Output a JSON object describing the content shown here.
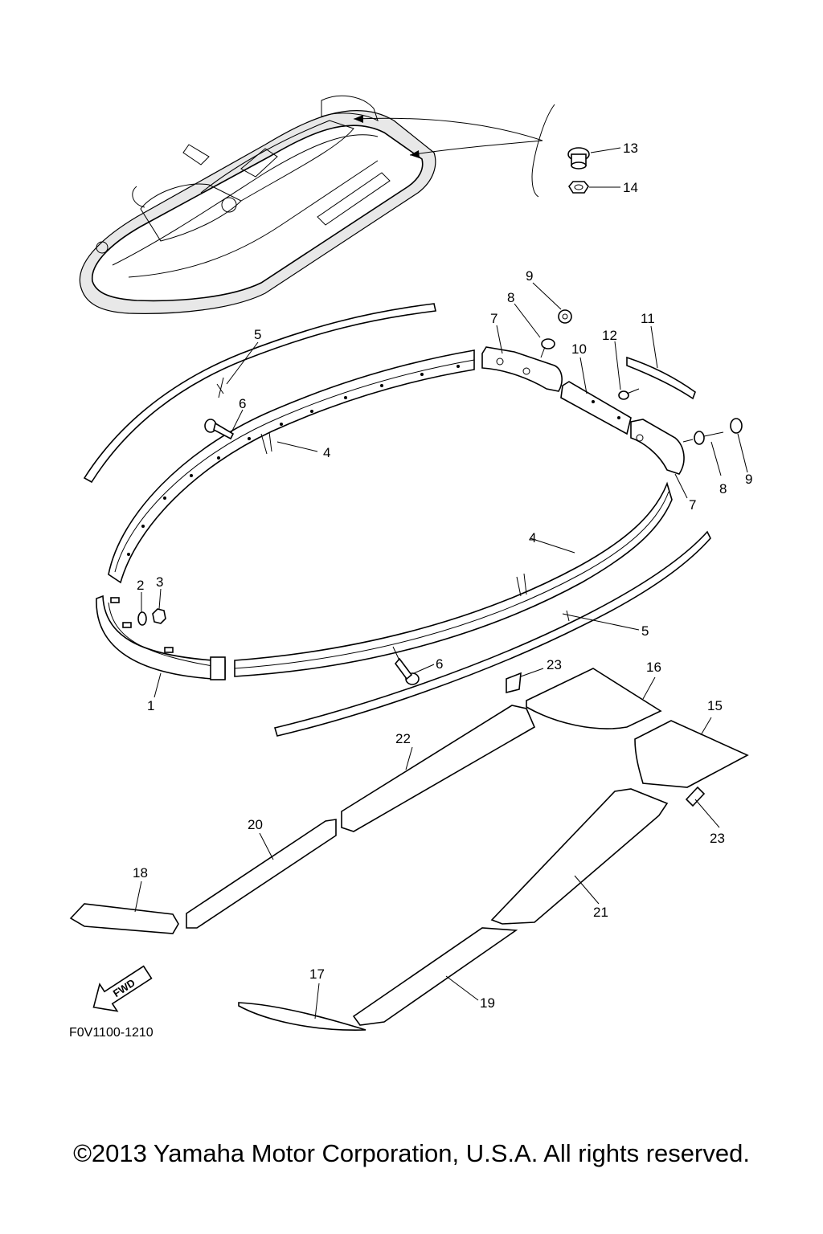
{
  "diagram": {
    "drawing_code": "F0V1100-1210",
    "fwd_label": "FWD",
    "callouts": {
      "c1": "1",
      "c2": "2",
      "c3": "3",
      "c4a": "4",
      "c4b": "4",
      "c5a": "5",
      "c5b": "5",
      "c6a": "6",
      "c6b": "6",
      "c7a": "7",
      "c7b": "7",
      "c8a": "8",
      "c8b": "8",
      "c9a": "9",
      "c9b": "9",
      "c10": "10",
      "c11": "11",
      "c12": "12",
      "c13": "13",
      "c14": "14",
      "c15": "15",
      "c16": "16",
      "c17": "17",
      "c18": "18",
      "c19": "19",
      "c20": "20",
      "c21": "21",
      "c22": "22",
      "c23a": "23",
      "c23b": "23"
    }
  },
  "footer": {
    "copyright": "©2013 Yamaha Motor Corporation, U.S.A. All rights reserved."
  }
}
